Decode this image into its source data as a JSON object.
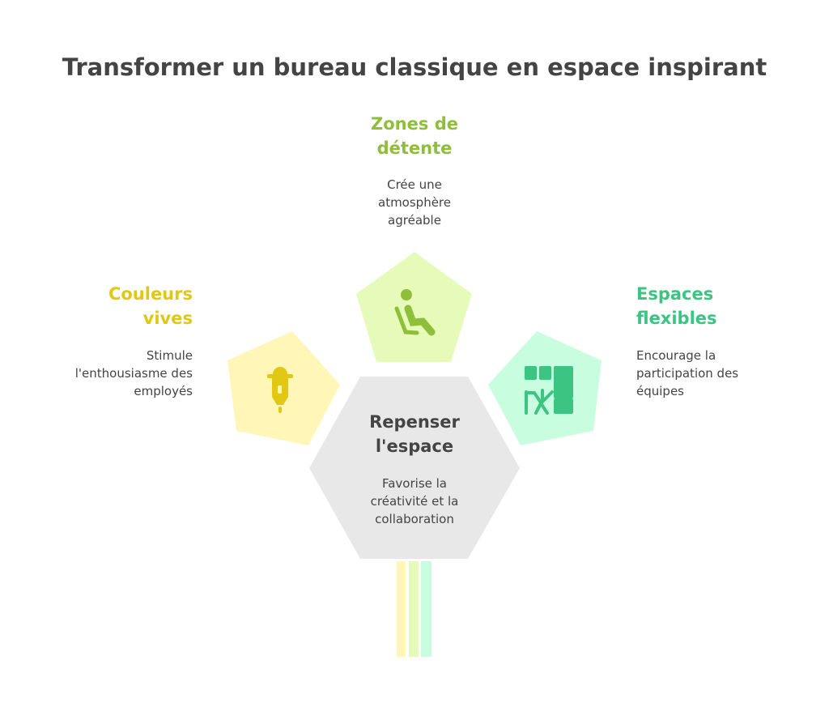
{
  "title": "Transformer un bureau classique en espace inspirant",
  "center": {
    "title_l1": "Repenser",
    "title_l2": "l'espace",
    "desc_l1": "Favorise la",
    "desc_l2": "créativité et la",
    "desc_l3": "collaboration",
    "color": "#e8e8e8"
  },
  "top": {
    "title_l1": "Zones de",
    "title_l2": "détente",
    "desc_l1": "Crée une",
    "desc_l2": "atmosphère",
    "desc_l3": "agréable",
    "color": "#8fbf3a",
    "fill": "#e6fbb9",
    "icon": "reclining-person-icon"
  },
  "left": {
    "title_l1": "Couleurs",
    "title_l2": "vives",
    "desc_l1": "Stimule",
    "desc_l2": "l'enthousiasme des",
    "desc_l3": "employés",
    "color": "#e0c814",
    "fill": "#fff6b8",
    "icon": "lamp-icon"
  },
  "right": {
    "title_l1": "Espaces",
    "title_l2": "flexibles",
    "desc_l1": "Encourage la",
    "desc_l2": "participation des",
    "desc_l3": "équipes",
    "color": "#3cc482",
    "fill": "#c8fde0",
    "icon": "office-layout-icon"
  }
}
